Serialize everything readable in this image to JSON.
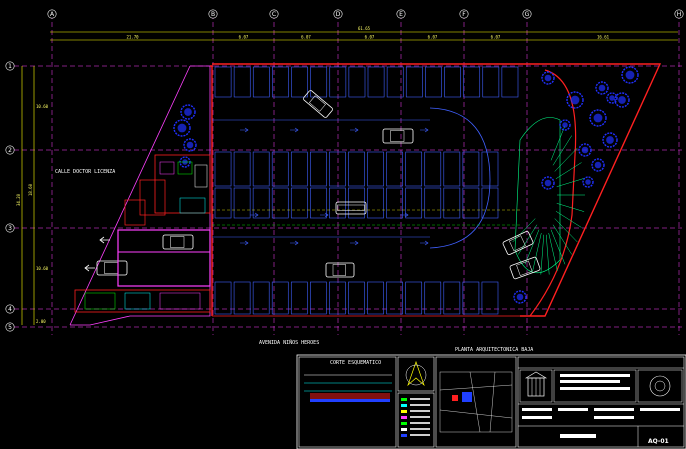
{
  "colors": {
    "background": "#000000",
    "grid": "#ff40ff",
    "wall": "#ff2020",
    "parking": "#4060ff",
    "tree": "#2030ff",
    "dimension": "#ffff00",
    "frame": "#ffffff",
    "cyan": "#00ffff",
    "green": "#00ff00"
  },
  "grid": {
    "columns": [
      "A",
      "B",
      "C",
      "D",
      "E",
      "F",
      "G",
      "H"
    ],
    "rows": [
      "1",
      "2",
      "3",
      "4",
      "5"
    ]
  },
  "dimensions": {
    "top_total": "61.65",
    "top_segments": [
      "21.70",
      "6.07",
      "6.07",
      "6.07",
      "6.07",
      "6.07",
      "16.61"
    ],
    "left_total": "34.20",
    "left_inner": "18.60",
    "left_segments": [
      "10.60",
      "10.60",
      "2.00"
    ]
  },
  "streets": {
    "left": "CALLE DOCTOR LICENZA",
    "bottom": "AVENIDA NIÑOS HEROES"
  },
  "plan_title": "PLANTA ARQUITECTONICA BAJA",
  "section_title": "CORTE ESQUEMATICO",
  "sheet_code": "AQ-01",
  "icons": {
    "north": "north-arrow-icon",
    "logo": "university-logo-icon",
    "seal": "seal-icon",
    "car": "car-icon",
    "tree": "tree-icon"
  }
}
